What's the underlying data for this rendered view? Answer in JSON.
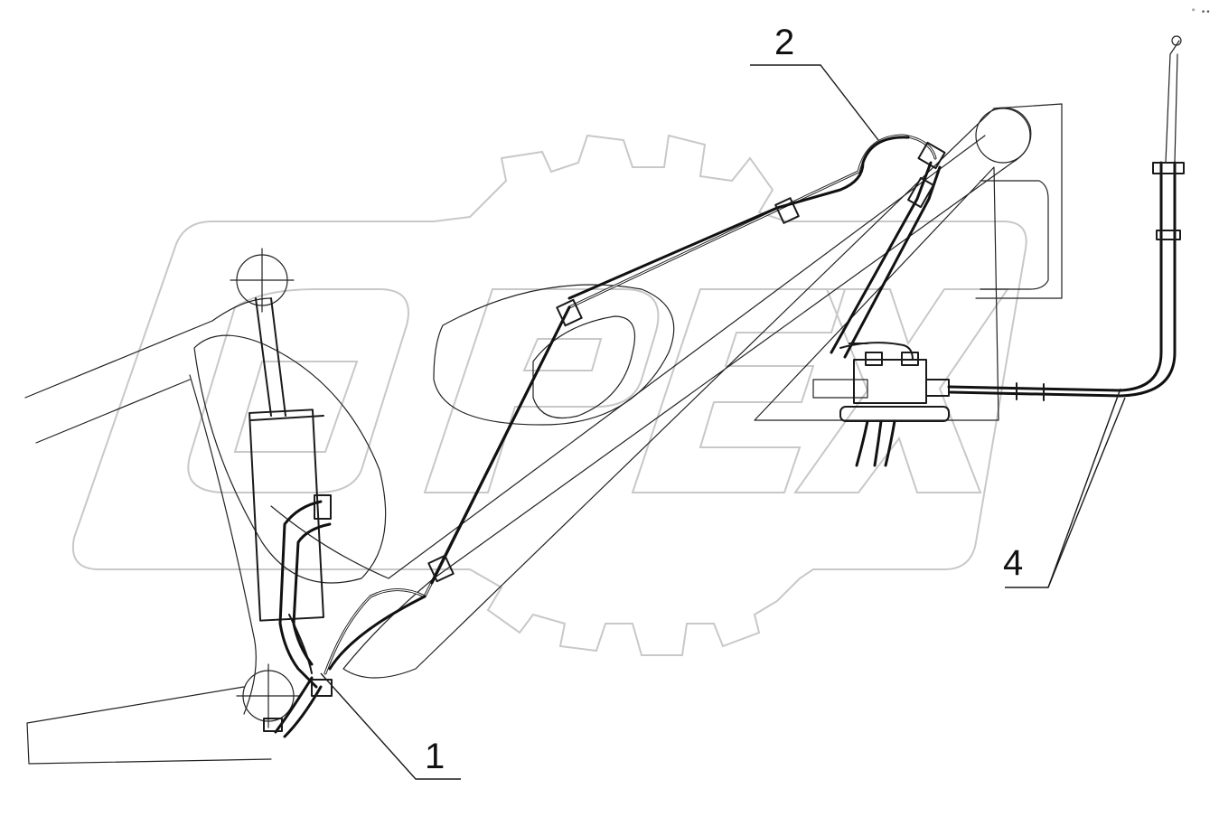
{
  "diagram": {
    "callouts": [
      {
        "id": "1",
        "label": "1"
      },
      {
        "id": "2",
        "label": "2"
      },
      {
        "id": "4",
        "label": "4"
      }
    ],
    "watermark_text": "OPEX",
    "corner_mark": "° ••"
  },
  "colors": {
    "line": "#1a1a1a",
    "watermark": "#c8c8c8",
    "background": "#ffffff"
  }
}
